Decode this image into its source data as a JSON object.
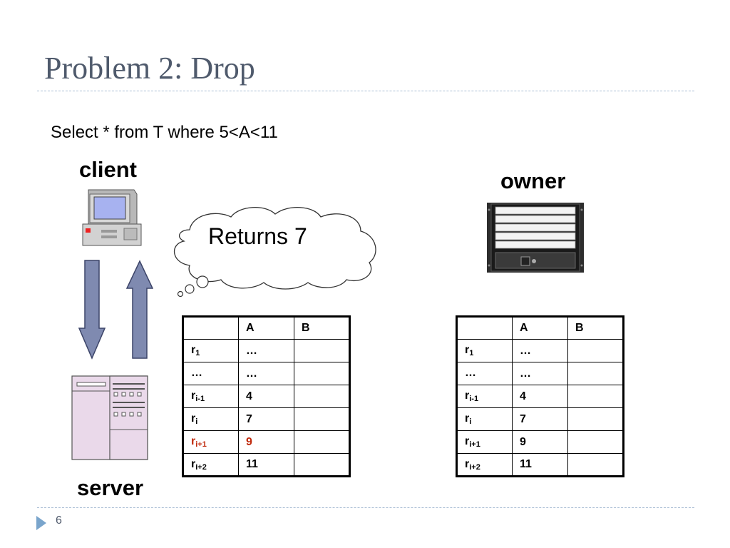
{
  "title": "Problem 2: Drop",
  "query": "Select * from T where 5<A<11",
  "labels": {
    "client": "client",
    "owner": "owner",
    "server": "server"
  },
  "bubble": "Returns 7",
  "table_left": {
    "headers": [
      "",
      "A",
      "B"
    ],
    "rows": [
      {
        "r": "r",
        "sub": "1",
        "a": "…",
        "b": "",
        "highlight": false
      },
      {
        "r": "…",
        "sub": "",
        "a": "…",
        "b": "",
        "highlight": false
      },
      {
        "r": "r",
        "sub": "i-1",
        "a": "4",
        "b": "",
        "highlight": false
      },
      {
        "r": "r",
        "sub": "i",
        "a": "7",
        "b": "",
        "highlight": false
      },
      {
        "r": "r",
        "sub": "i+1",
        "a": "9",
        "b": "",
        "highlight": true
      },
      {
        "r": "r",
        "sub": "i+2",
        "a": "11",
        "b": "",
        "highlight": false
      }
    ]
  },
  "table_right": {
    "headers": [
      "",
      "A",
      "B"
    ],
    "rows": [
      {
        "r": "r",
        "sub": "1",
        "a": "…",
        "b": ""
      },
      {
        "r": "…",
        "sub": "",
        "a": "…",
        "b": ""
      },
      {
        "r": "r",
        "sub": "i-1",
        "a": "4",
        "b": ""
      },
      {
        "r": "r",
        "sub": "i",
        "a": "7",
        "b": ""
      },
      {
        "r": "r",
        "sub": "i+1",
        "a": "9",
        "b": ""
      },
      {
        "r": "r",
        "sub": "i+2",
        "a": "11",
        "b": ""
      }
    ]
  },
  "page_number": "6",
  "colors": {
    "title": "#4f5a6c",
    "highlight": "#c0290c",
    "arrow": "#7f8ab0",
    "separator": "#a9bdd4"
  }
}
